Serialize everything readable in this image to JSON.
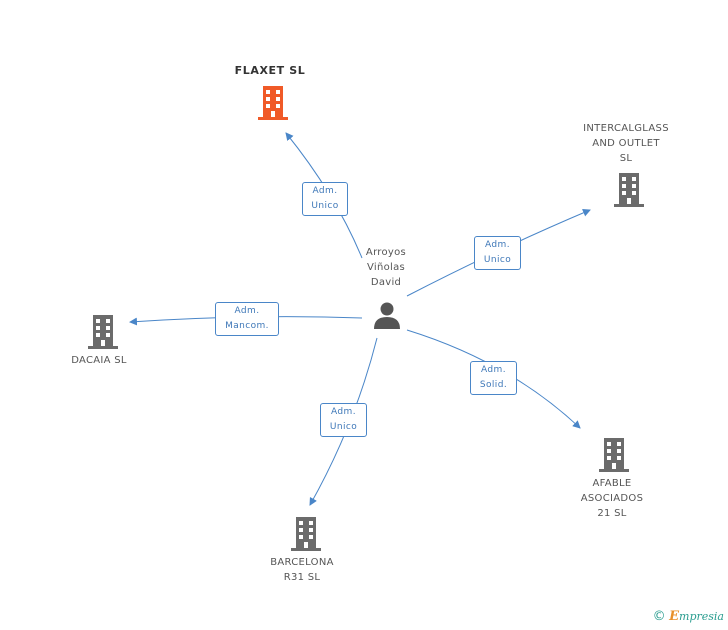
{
  "person": {
    "name": "Arroyos\nViñolas\nDavid"
  },
  "companies": {
    "flaxet": {
      "name": "FLAXET SL"
    },
    "intercalglass": {
      "name": "INTERCALGLASS\nAND OUTLET\nSL"
    },
    "dacaia": {
      "name": "DACAIA SL"
    },
    "afable": {
      "name": "AFABLE\nASOCIADOS\n21 SL"
    },
    "barcelona": {
      "name": "BARCELONA\nR31 SL"
    }
  },
  "relations": {
    "flaxet": "Adm.\nUnico",
    "intercalglass": "Adm.\nUnico",
    "dacaia": "Adm.\nMancom.",
    "afable": "Adm.\nSolid.",
    "barcelona": "Adm.\nUnico"
  },
  "brand": {
    "copyright": "©",
    "initial": "E",
    "rest": "mpresia"
  },
  "colors": {
    "edge": "#4a86c8",
    "main_company": "#f05a28",
    "company": "#6b6b6b",
    "person": "#555555"
  }
}
